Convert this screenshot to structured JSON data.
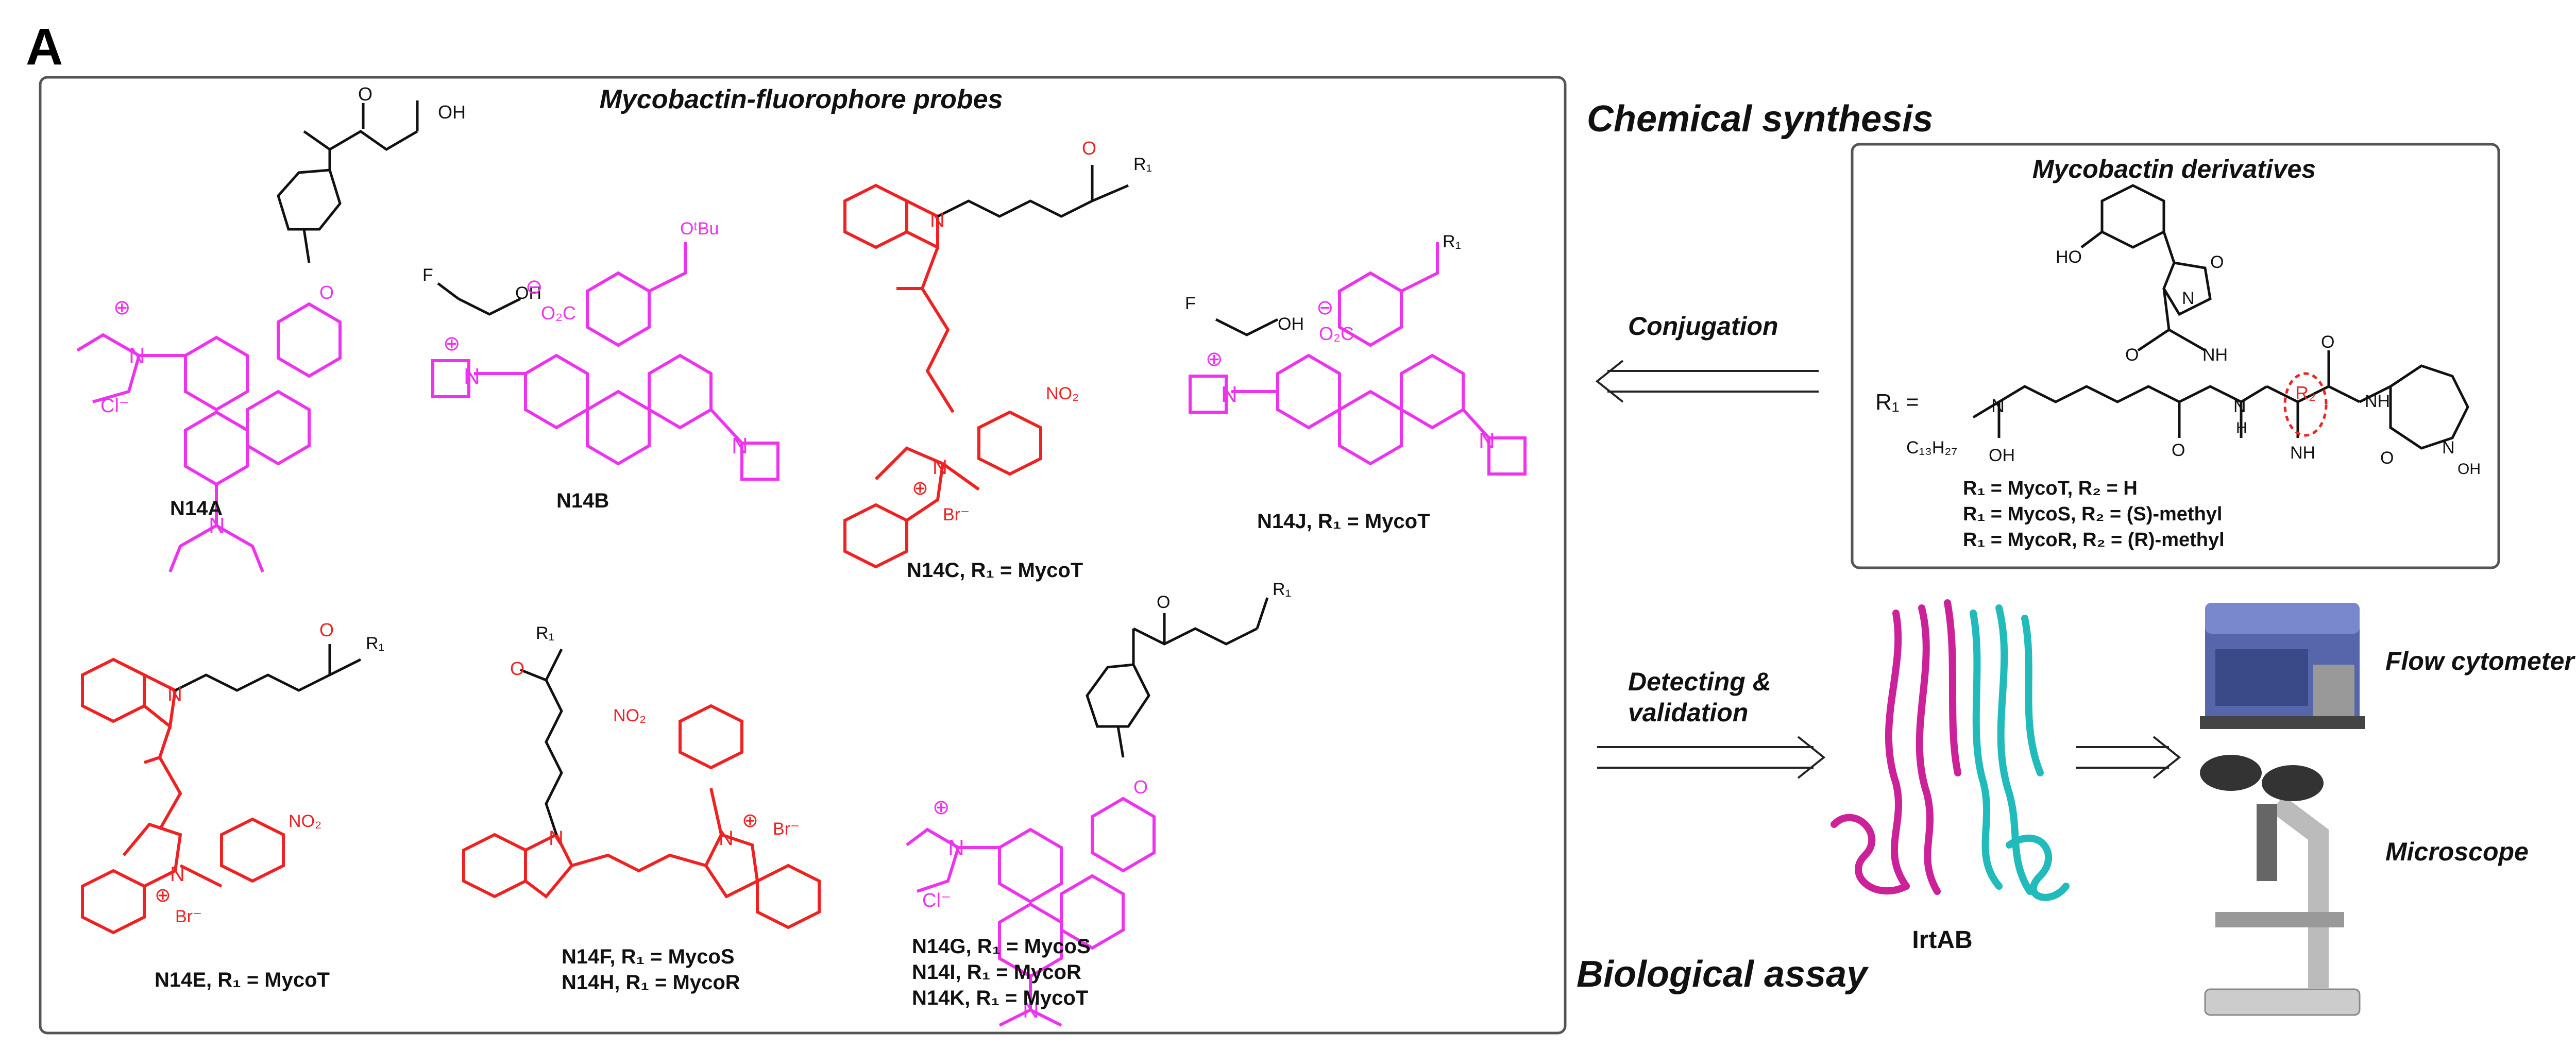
{
  "panel_letter": "A",
  "probes_box": {
    "title": "Mycobactin-fluorophore probes",
    "compounds": [
      {
        "id": "n14a",
        "label": "N14A"
      },
      {
        "id": "n14b",
        "label": "N14B"
      },
      {
        "id": "n14c",
        "label": "N14C, R₁ = MycoT"
      },
      {
        "id": "n14j",
        "label": "N14J, R₁ = MycoT"
      },
      {
        "id": "n14e",
        "label": "N14E, R₁ = MycoT"
      },
      {
        "id": "n14f",
        "label": "N14F, R₁ = MycoS"
      },
      {
        "id": "n14h",
        "label": "N14H, R₁ = MycoR"
      },
      {
        "id": "n14g",
        "label": "N14G, R₁ =  MycoS"
      },
      {
        "id": "n14i",
        "label": "N14I, R₁ = MycoR"
      },
      {
        "id": "n14k",
        "label": "N14K, R₁ = MycoT"
      }
    ],
    "atoms": {
      "cl_minus": "Cl⁻",
      "br_minus": "Br⁻",
      "n": "N",
      "o": "O",
      "oh": "OH",
      "no2": "NO₂",
      "co2": "O₂C",
      "f": "F",
      "otbu": "OᵗBu",
      "r1": "R₁",
      "plus": "⊕",
      "minus": "⊖"
    }
  },
  "chem_synthesis": "Chemical synthesis",
  "bio_assay": "Biological assay",
  "conjugation": "Conjugation",
  "detecting": [
    "Detecting &",
    "validation"
  ],
  "derivatives_box": {
    "title": "Mycobactin derivatives",
    "r1_eq": "R₁ =",
    "c13": "C₁₃H₂₇",
    "r2": "R₂",
    "nh": "NH",
    "n": "N",
    "h": "H",
    "oh": "OH",
    "ho": "HO",
    "o": "O",
    "lines": [
      "R₁ = MycoT, R₂ = H",
      "R₁ = MycoS,  R₂ = (S)-methyl",
      "R₁ = MycoR,  R₂ = (R)-methyl"
    ]
  },
  "protein_label": "IrtAB",
  "instruments": [
    "Flow cytometer",
    "Microscope"
  ],
  "colors": {
    "magenta": "#ee33ee",
    "red": "#ee2222",
    "cyan": "#22bbbb",
    "protein_magenta": "#cc2299",
    "black": "#111111"
  }
}
